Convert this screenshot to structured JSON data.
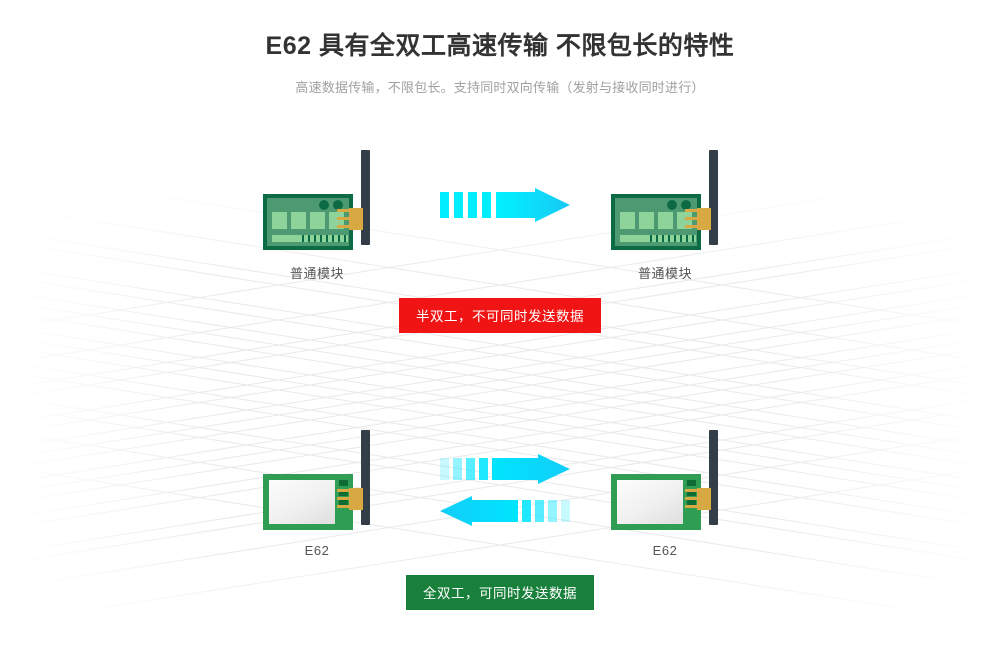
{
  "header": {
    "title": "E62 具有全双工高速传输  不限包长的特性",
    "subtitle": "高速数据传输，不限包长。支持同时双向传输（发射与接收同时进行）"
  },
  "colors": {
    "title_text": "#333333",
    "subtitle_text": "#a0a0a0",
    "badge_danger_bg": "#f01414",
    "badge_success_bg": "#19803c",
    "arrow_cyan": "#00e5ff",
    "board_green_fill": "#4d9a72",
    "board_green_border": "#0c6b44",
    "board_e62_border": "#2f9e54",
    "antenna_dark": "#333e48",
    "connector_gold": "#d8a843"
  },
  "rows": [
    {
      "id": "half-duplex",
      "left_device": {
        "label": "普通模块",
        "kind": "ordinary-module",
        "icon": "radio-module-icon",
        "antenna": "antenna-icon"
      },
      "right_device": {
        "label": "普通模块",
        "kind": "ordinary-module",
        "icon": "radio-module-icon",
        "antenna": "antenna-icon"
      },
      "arrow": {
        "direction": "left-to-right",
        "style": "single",
        "segments": 5,
        "icon": "arrow-right-icon"
      },
      "badge": {
        "text": "半双工，不可同时发送数据",
        "variant": "danger"
      }
    },
    {
      "id": "full-duplex",
      "left_device": {
        "label": "E62",
        "kind": "e62-module",
        "icon": "radio-module-icon",
        "antenna": "antenna-icon"
      },
      "right_device": {
        "label": "E62",
        "kind": "e62-module",
        "icon": "radio-module-icon",
        "antenna": "antenna-icon"
      },
      "arrow": {
        "direction": "bidirectional",
        "style": "gradient-fade",
        "segments": 5,
        "icon_forward": "arrow-right-icon",
        "icon_back": "arrow-left-icon"
      },
      "badge": {
        "text": "全双工，可同时发送数据",
        "variant": "success"
      }
    }
  ]
}
